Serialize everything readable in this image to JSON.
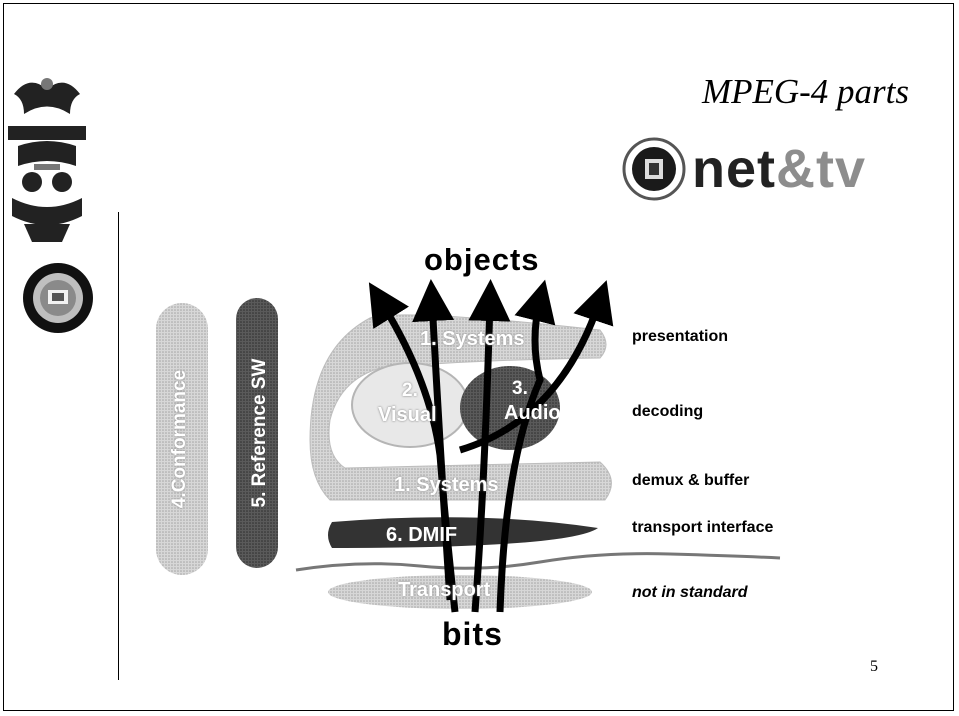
{
  "slide": {
    "title": "MPEG-4 parts",
    "logo": {
      "prefix": "net",
      "amp": "&",
      "suffix": "tv"
    },
    "page_number": "5"
  },
  "diagram": {
    "top_label": "objects",
    "bottom_label": "bits",
    "blocks": {
      "conformance": "4.Conformance",
      "reference": "5. Reference SW",
      "systems_top": "1. Systems",
      "visual_num": "2.",
      "visual": "Visual",
      "audio_num": "3.",
      "audio": "Audio",
      "systems_bottom": "1. Systems",
      "dmif": "6. DMIF",
      "transport": "Transport"
    },
    "layer_labels": [
      "presentation",
      "decoding",
      "demux & buffer",
      "transport interface",
      "not in standard"
    ]
  }
}
